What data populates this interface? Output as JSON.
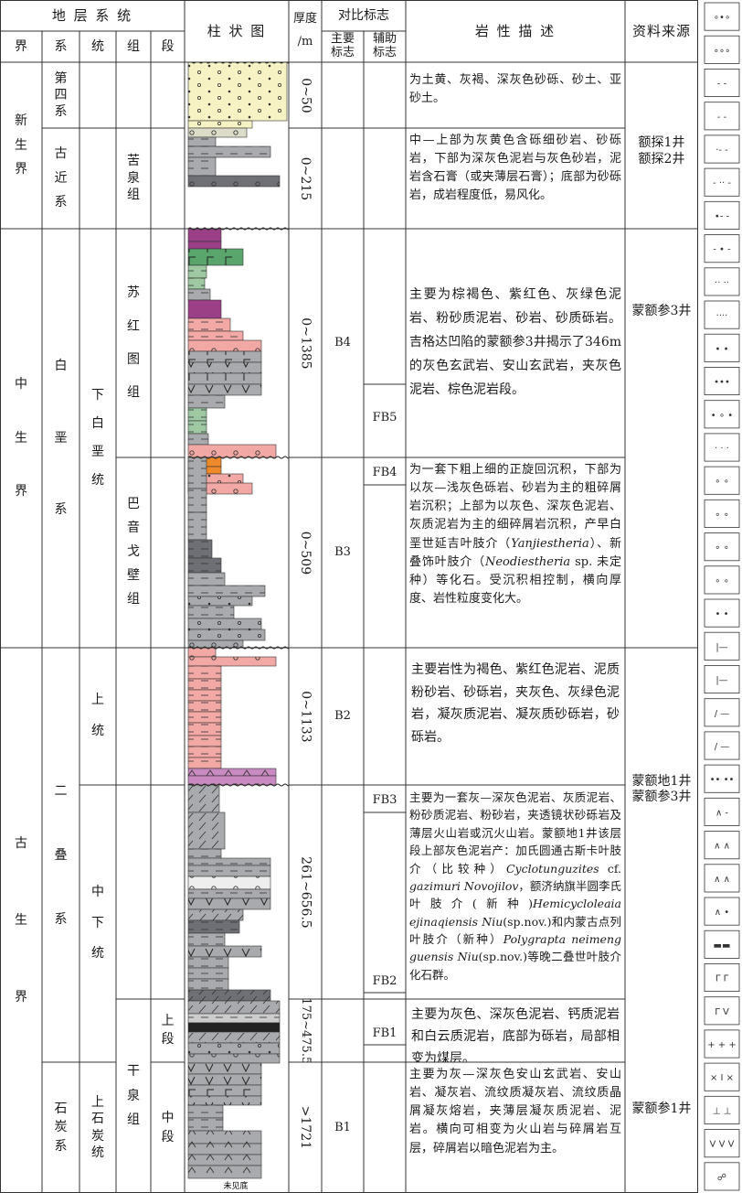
{
  "header": {
    "strat_system": "地 层 系 统",
    "jie": "界",
    "xi": "系",
    "tong": "统",
    "zu": "组",
    "duan": "段",
    "column": "柱 状 图",
    "thickness_1": "厚度",
    "thickness_2": "/m",
    "markers": "对比标志",
    "primary_1": "主要",
    "primary_2": "标志",
    "auxiliary_1": "辅助",
    "auxiliary_2": "标志",
    "lithology": "岩  性  描  述",
    "source": "资料来源"
  },
  "erathems": [
    {
      "chars": [
        "新",
        "生",
        "界"
      ]
    },
    {
      "chars": [
        "中",
        "生",
        "界"
      ]
    },
    {
      "chars": [
        "古",
        "生",
        "界"
      ]
    }
  ],
  "systems": {
    "quaternary": [
      "第",
      "四",
      "系"
    ],
    "paleogene": [
      "古",
      "近",
      "系"
    ],
    "cretaceous": [
      "白",
      "垩",
      "系"
    ],
    "permian": [
      "二",
      "叠",
      "系"
    ],
    "carboniferous": [
      "石",
      "炭",
      "系"
    ]
  },
  "series": {
    "lower_cretaceous": [
      "下",
      "白",
      "垩",
      "统"
    ],
    "upper": [
      "上",
      "统"
    ],
    "middle_lower": [
      "中",
      "下",
      "统"
    ],
    "upper_carb": [
      "上",
      "石",
      "炭",
      "统"
    ]
  },
  "formations": {
    "kuquan": [
      "苦",
      "泉",
      "组"
    ],
    "suhongtu": [
      "苏",
      "红",
      "图",
      "组"
    ],
    "bayingebi": [
      "巴",
      "音",
      "戈",
      "壁",
      "组"
    ],
    "ganquan": [
      "干",
      "泉",
      "组"
    ]
  },
  "members": {
    "upper": [
      "上",
      "段"
    ],
    "middle": [
      "中",
      "段"
    ]
  },
  "thickness": {
    "quaternary": "0~50",
    "kuquan": "0~215",
    "suhongtu": "0~1385",
    "bayingebi": "0~509",
    "upper_permian": "0~1133",
    "mid_lower_permian": "261~656.5",
    "ganquan_upper": "175~475.5",
    "ganquan_middle": ">1721"
  },
  "markers_primary": {
    "b4": "B4",
    "b3": "B3",
    "b2": "B2",
    "b1": "B1"
  },
  "markers_aux": {
    "fb5": "FB5",
    "fb4": "FB4",
    "fb3": "FB3",
    "fb2": "FB2",
    "fb1": "FB1"
  },
  "descriptions": {
    "quaternary": "为土黄、灰褐、深灰色砂砾、砂土、亚砂土。",
    "kuquan": "中—上部为灰黄色含砾细砂岩、砂砾岩，下部为深灰色泥岩与灰色砂岩，泥岩含石膏（或夹薄层石膏）；底部为砂砾岩，成岩程度低，易风化。",
    "suhongtu": "主要为棕褐色、紫红色、灰绿色泥岩、粉砂质泥岩、砂岩、砂质砾岩。吉格达凹陷的蒙额参3井揭示了346m的灰色玄武岩、安山玄武岩，夹灰色泥岩、棕色泥岩段。",
    "bayingebi_1": "为一套下粗上细的正旋回沉积，下部为以灰—浅灰色砾岩、砂岩为主的粗碎屑岩沉积；上部为以灰色、深灰色泥岩、灰质泥岩为主的细碎屑岩沉积，产早白垩世延吉叶肢介（",
    "bayingebi_2": "Yanjiestheria",
    "bayingebi_3": "）、新叠饰叶肢介（",
    "bayingebi_4": "Neodiestheria",
    "bayingebi_5": " sp. 未定种）等化石。受沉积相控制，横向厚度、岩性粒度变化大。",
    "upper_permian": "主要岩性为褐色、紫红色泥岩、泥质粉砂岩、砂砾岩，夹灰色、灰绿色泥岩，凝灰质泥岩、凝灰质砂砾岩，砂砾岩。",
    "mlp_1": "主要为一套灰—深灰色泥岩、灰质泥岩、粉砂质泥岩、粉砂岩，夹透镜状砂砾岩及薄层火山岩或沉火山岩。蒙额地1井该层段上部灰色泥岩产：加氏圆通古斯卡叶肢介（比较种）",
    "mlp_2": "Cyclotunguzites",
    "mlp_3": " cf. ",
    "mlp_4": "gazimuri Novojilov",
    "mlp_5": "，额济纳旗半圆李氏叶肢介(新种)",
    "mlp_6": "Hemicycloleaia ejinaqiensis Niu",
    "mlp_7": "(sp.nov.)和内蒙古点列叶肢介（新种）",
    "mlp_8": "Polygrapta neimeng guensis Niu",
    "mlp_9": "(sp.nov.)等晚二叠世叶肢介化石群。",
    "ganquan_upper": "主要为灰色、深灰色泥岩、钙质泥岩和白云质泥岩，底部为砾岩，局部相变为煤层。",
    "ganquan_middle": "主要为灰—深灰色安山玄武岩、安山岩、凝灰岩、流纹质凝灰岩、流纹质晶屑凝灰熔岩，夹薄层凝灰质泥岩、泥岩。横向可相变为火山岩与碎屑岩互层，碎屑岩以暗色泥岩为主。"
  },
  "sources": {
    "s1": "额探1井",
    "s2": "额探2井",
    "s3": "蒙额参3井",
    "s4": "蒙额地1井",
    "s5": "蒙额参3井",
    "s6": "蒙额参1井"
  },
  "column_note": "未见底",
  "colors": {
    "grey": "#a9aaad",
    "dark_grey": "#6f7075",
    "pink": "#f2a9a5",
    "purple": "#9b3f86",
    "green": "#5aa56b",
    "orange": "#ee8a2a",
    "yellow": "#f6f2c4",
    "light_green": "#9fc9a3"
  }
}
